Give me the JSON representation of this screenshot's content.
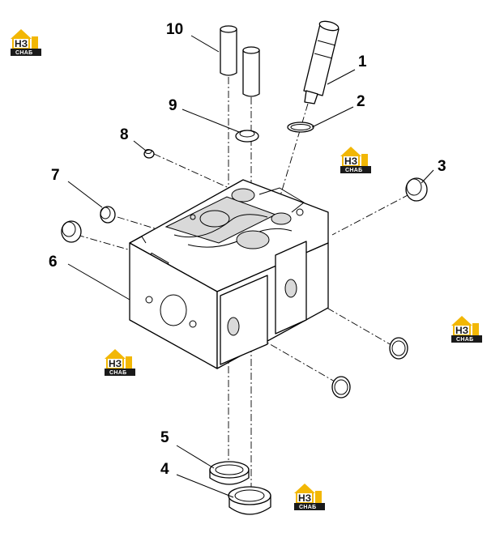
{
  "diagram": {
    "callouts": [
      "1",
      "2",
      "3",
      "4",
      "5",
      "6",
      "7",
      "8",
      "9",
      "10"
    ]
  },
  "watermark": {
    "mark": "НЗ",
    "word": "СНАБ",
    "colors": {
      "yellow": "#f2b705",
      "dark": "#1a1a1a"
    }
  }
}
